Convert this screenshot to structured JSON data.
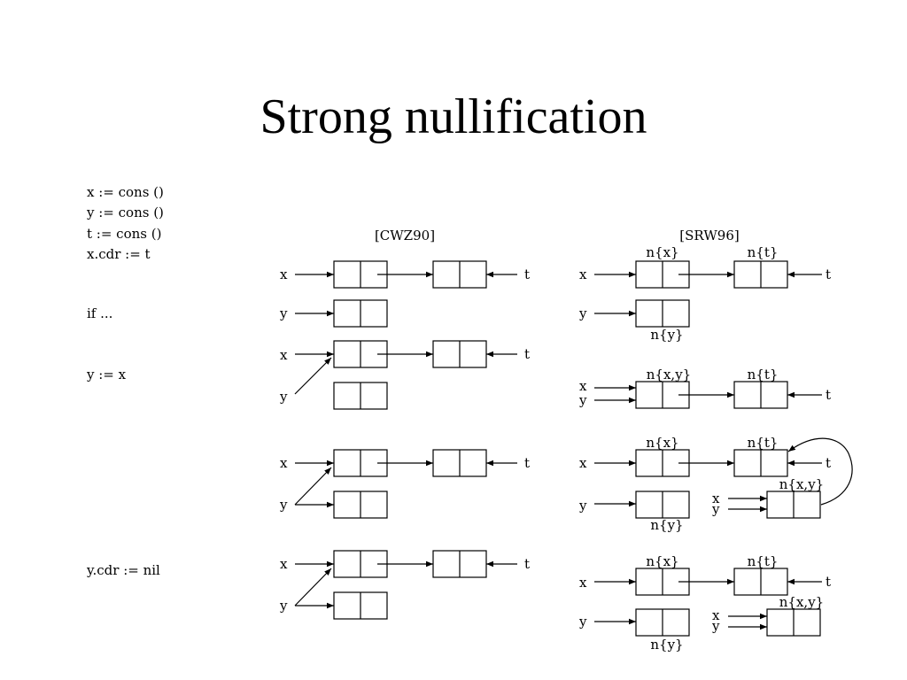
{
  "title": "Strong nullification",
  "code": [
    "x := cons ()",
    "y := cons ()",
    "t := cons ()",
    "x.cdr := t",
    "if ...",
    "y := x",
    "y.cdr := nil"
  ],
  "headers": {
    "left": "[CWZ90]",
    "right": "[SRW96]"
  },
  "vars": {
    "x": "x",
    "y": "y",
    "t": "t"
  },
  "summaries": {
    "nx": "n{x}",
    "nt": "n{t}",
    "ny": "n{y}",
    "nxy": "n{x,y}"
  }
}
